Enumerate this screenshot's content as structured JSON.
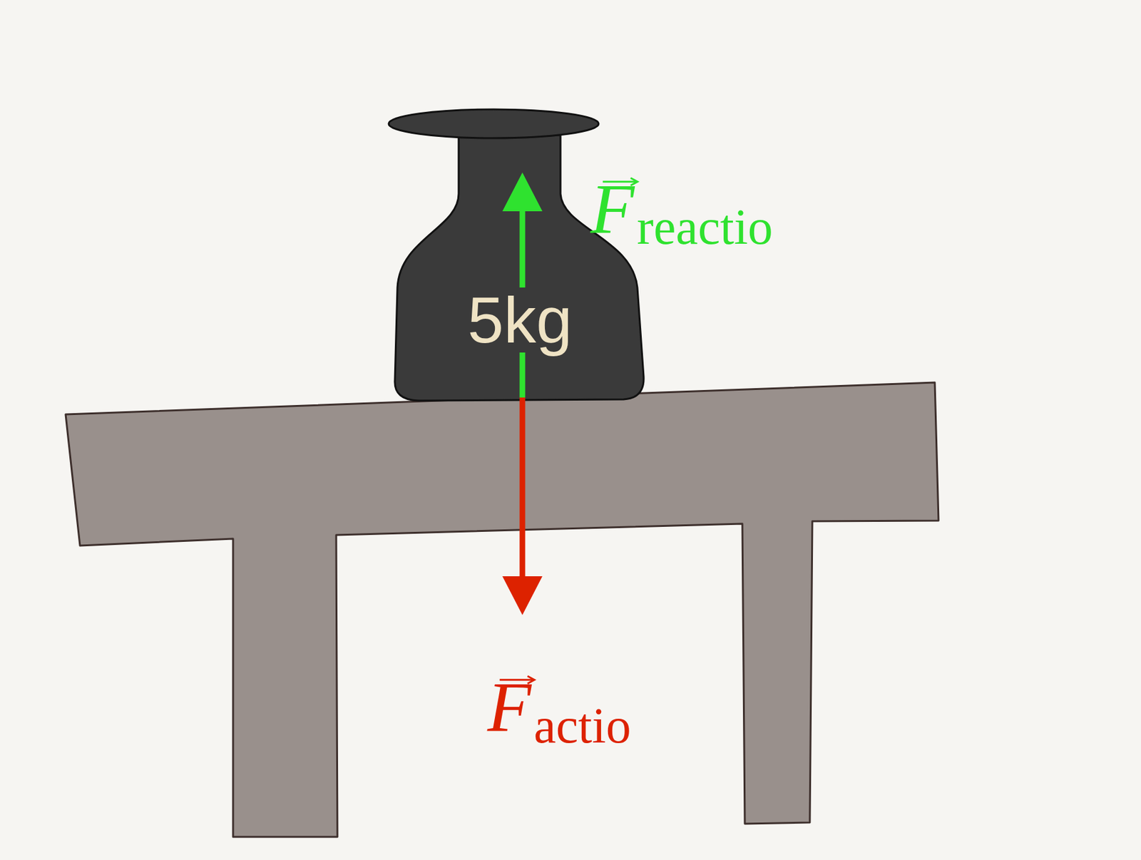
{
  "diagram": {
    "nodes": [
      {
        "text": [
          "5kg"
        ]
      }
    ],
    "labels": [
      "F",
      "reactio",
      "F",
      "actio"
    ]
  }
}
